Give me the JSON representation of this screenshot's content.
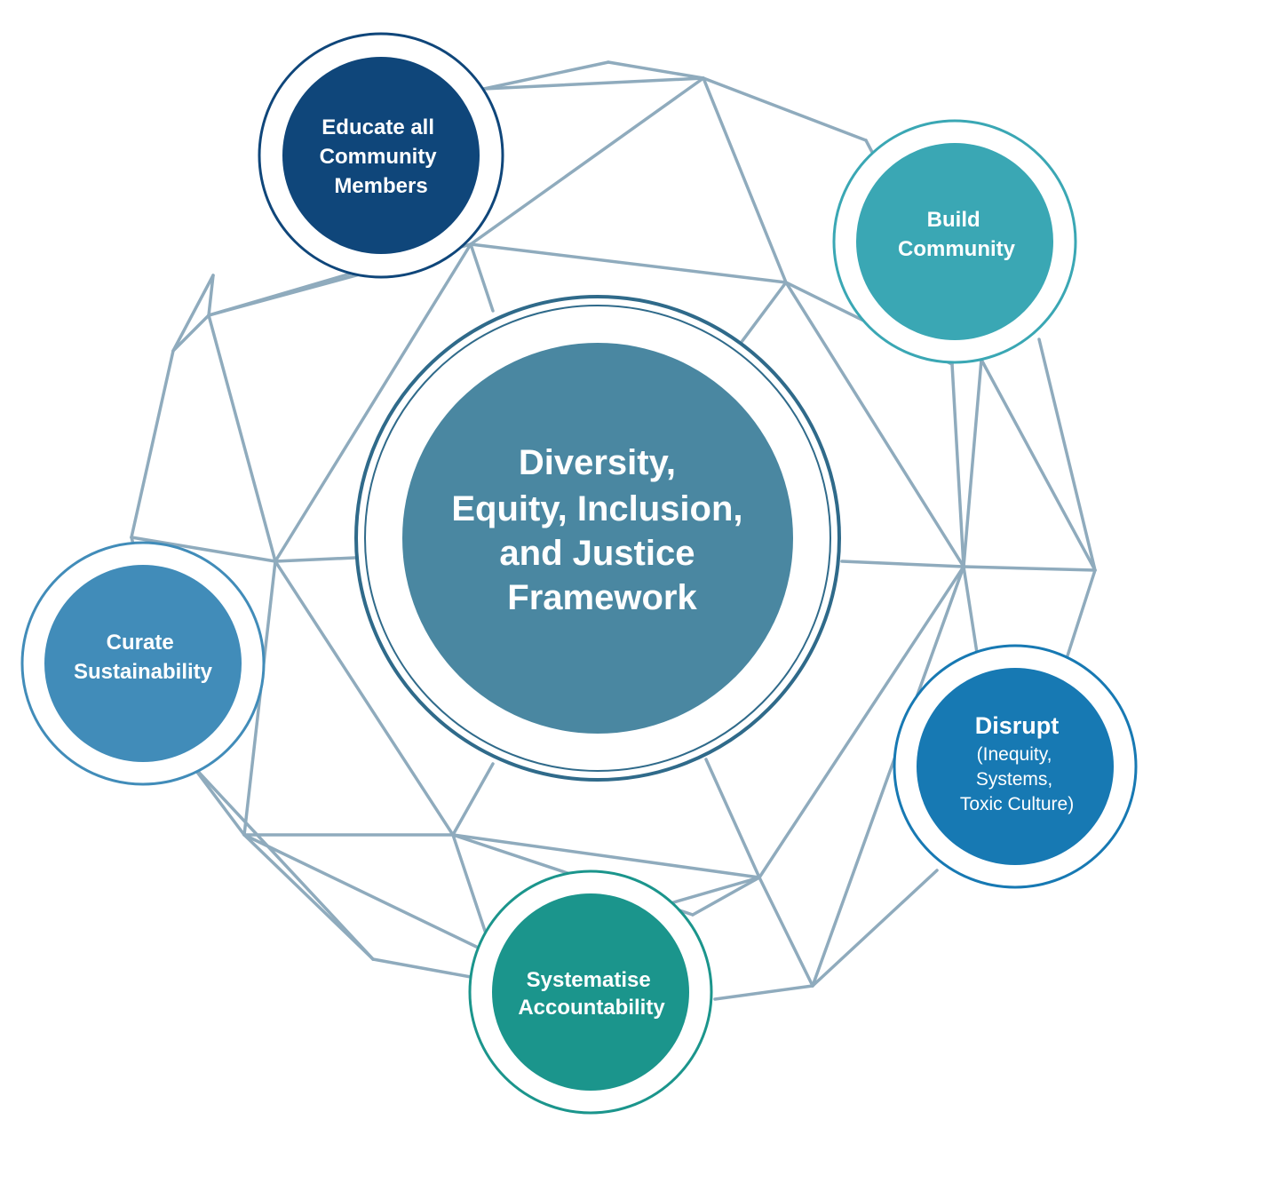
{
  "diagram": {
    "colors": {
      "mesh": "#8fabbd",
      "center": "#4a87a1",
      "center_ring": "#2f6a8a"
    },
    "center": {
      "lines": [
        "Diversity,",
        "Equity, Inclusion,",
        "and Justice",
        "Framework"
      ]
    },
    "nodes": [
      {
        "id": "educate",
        "lines": [
          "Educate all",
          "Community",
          "Members"
        ],
        "sub_lines": [],
        "color": "#0f467a"
      },
      {
        "id": "build",
        "lines": [
          "Build",
          "Community"
        ],
        "sub_lines": [],
        "color": "#3aa7b4"
      },
      {
        "id": "disrupt",
        "lines": [
          "Disrupt"
        ],
        "sub_lines": [
          "(Inequity,",
          "Systems,",
          "Toxic Culture)"
        ],
        "color": "#1779b3"
      },
      {
        "id": "systematise",
        "lines": [
          "Systematise",
          "Accountability"
        ],
        "sub_lines": [],
        "color": "#1b958c"
      },
      {
        "id": "curate",
        "lines": [
          "Curate",
          "Sustainability"
        ],
        "sub_lines": [],
        "color": "#418cb9"
      }
    ]
  }
}
